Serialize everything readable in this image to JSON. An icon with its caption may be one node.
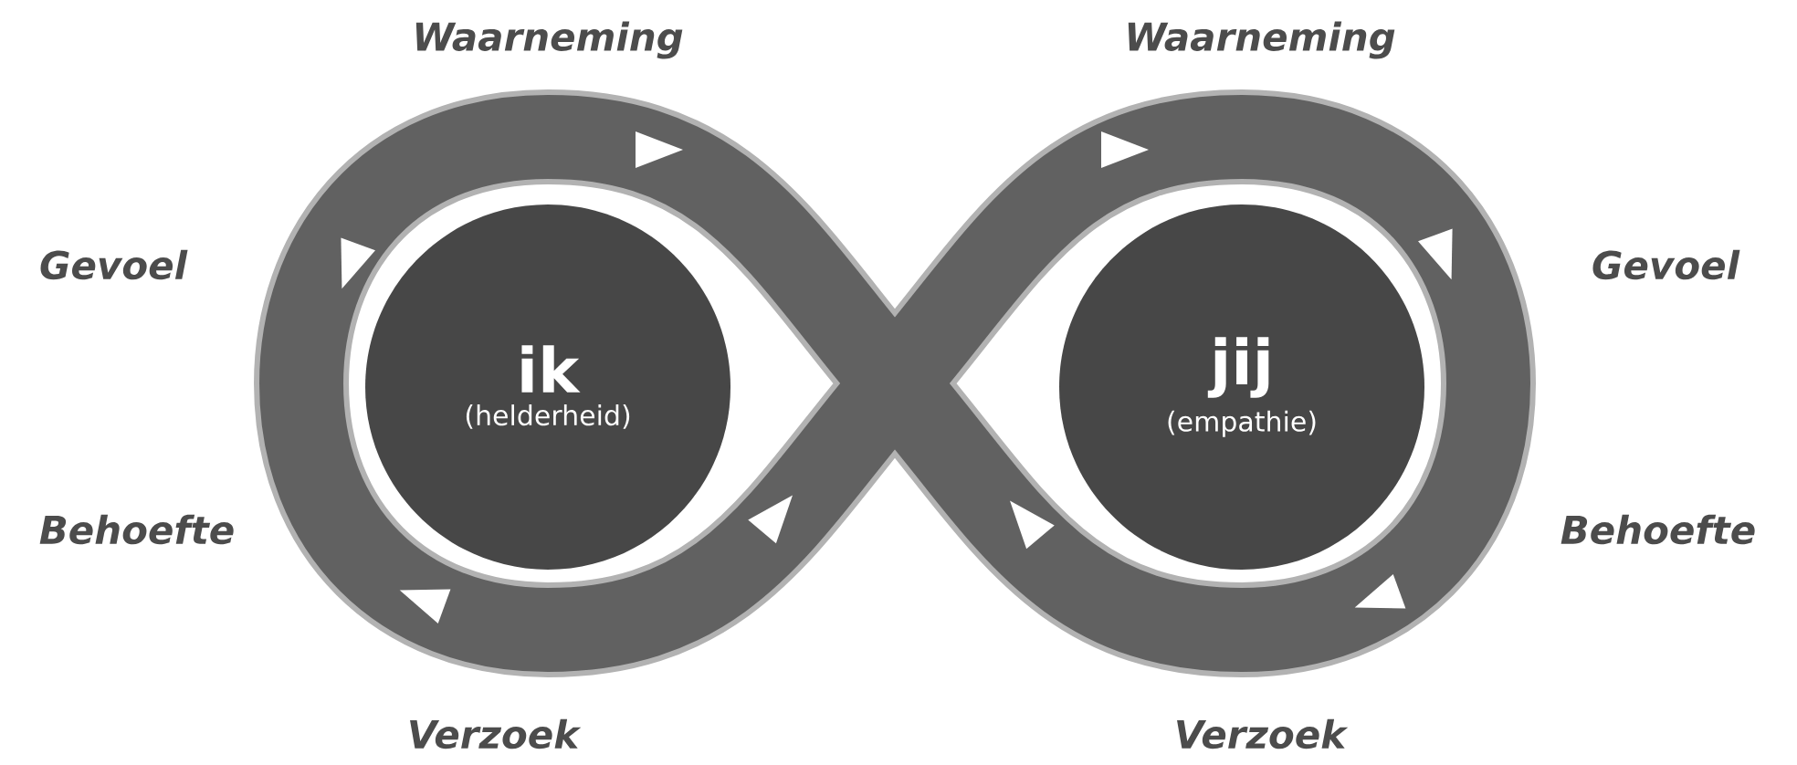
{
  "diagram": {
    "nodes": [
      {
        "text": [
          "ik",
          "(helderheid)"
        ]
      },
      {
        "text": [
          "jij",
          "(empathie)"
        ]
      }
    ],
    "labels": [
      "Waarneming",
      "Waarneming",
      "Gevoel",
      "Gevoel",
      "Behoefte",
      "Behoefte",
      "Verzoek",
      "Verzoek"
    ]
  }
}
